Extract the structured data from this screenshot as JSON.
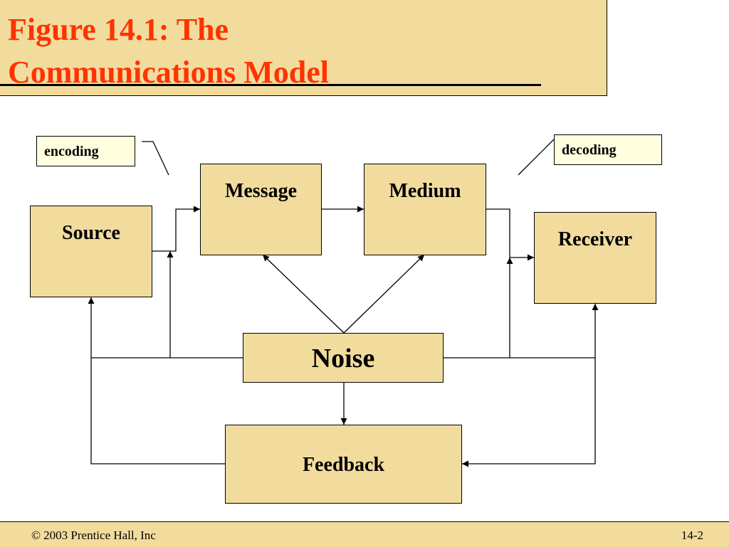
{
  "slide": {
    "title_line1": "Figure 14.1: The",
    "title_line2": "Communications Model",
    "title_color": "#ff3300",
    "background_box_color": "#f2dc9d",
    "label_box_color": "#ffffe0"
  },
  "diagram": {
    "boxes": {
      "source": "Source",
      "message": "Message",
      "medium": "Medium",
      "receiver": "Receiver",
      "noise": "Noise",
      "feedback": "Feedback"
    },
    "labels": {
      "encoding": "encoding",
      "decoding": "decoding"
    }
  },
  "footer": {
    "copyright": "© 2003 Prentice Hall, Inc",
    "page": "14-2"
  }
}
